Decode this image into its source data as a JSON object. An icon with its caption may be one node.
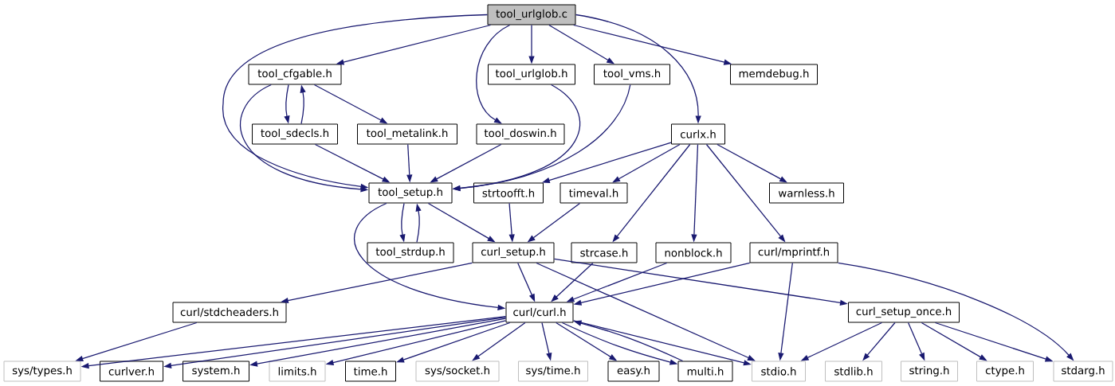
{
  "diagram": {
    "nodes": [
      {
        "text": [
          "tool_urlglob.c"
        ]
      },
      {
        "text": [
          "tool_cfgable.h"
        ]
      },
      {
        "text": [
          "tool_urlglob.h"
        ]
      },
      {
        "text": [
          "tool_vms.h"
        ]
      },
      {
        "text": [
          "memdebug.h"
        ]
      },
      {
        "text": [
          "tool_sdecls.h"
        ]
      },
      {
        "text": [
          "tool_metalink.h"
        ]
      },
      {
        "text": [
          "tool_doswin.h"
        ]
      },
      {
        "text": [
          "curlx.h"
        ]
      },
      {
        "text": [
          "tool_setup.h"
        ]
      },
      {
        "text": [
          "strtoofft.h"
        ]
      },
      {
        "text": [
          "timeval.h"
        ]
      },
      {
        "text": [
          "warnless.h"
        ]
      },
      {
        "text": [
          "tool_strdup.h"
        ]
      },
      {
        "text": [
          "curl_setup.h"
        ]
      },
      {
        "text": [
          "strcase.h"
        ]
      },
      {
        "text": [
          "nonblock.h"
        ]
      },
      {
        "text": [
          "curl/mprintf.h"
        ]
      },
      {
        "text": [
          "curl/stdcheaders.h"
        ]
      },
      {
        "text": [
          "curl/curl.h"
        ]
      },
      {
        "text": [
          "curl_setup_once.h"
        ]
      },
      {
        "text": [
          "sys/types.h"
        ]
      },
      {
        "text": [
          "curlver.h"
        ]
      },
      {
        "text": [
          "system.h"
        ]
      },
      {
        "text": [
          "limits.h"
        ]
      },
      {
        "text": [
          "time.h"
        ]
      },
      {
        "text": [
          "sys/socket.h"
        ]
      },
      {
        "text": [
          "sys/time.h"
        ]
      },
      {
        "text": [
          "easy.h"
        ]
      },
      {
        "text": [
          "multi.h"
        ]
      },
      {
        "text": [
          "stdio.h"
        ]
      },
      {
        "text": [
          "stdlib.h"
        ]
      },
      {
        "text": [
          "string.h"
        ]
      },
      {
        "text": [
          "ctype.h"
        ]
      },
      {
        "text": [
          "stdarg.h"
        ]
      }
    ],
    "edges": [
      {
        "from": 0,
        "to": 9,
        "arrow": "to"
      },
      {
        "from": 0,
        "to": 1,
        "arrow": "to"
      },
      {
        "from": 0,
        "to": 7,
        "arrow": "to"
      },
      {
        "from": 0,
        "to": 2,
        "arrow": "to"
      },
      {
        "from": 0,
        "to": 3,
        "arrow": "to"
      },
      {
        "from": 0,
        "to": 8,
        "arrow": "to"
      },
      {
        "from": 0,
        "to": 4,
        "arrow": "to"
      },
      {
        "from": 1,
        "to": 9,
        "arrow": "to"
      },
      {
        "from": 1,
        "to": 5,
        "arrow": "to"
      },
      {
        "from": 1,
        "to": 6,
        "arrow": "to"
      },
      {
        "from": 5,
        "to": 1,
        "arrow": "to"
      },
      {
        "from": 5,
        "to": 9,
        "arrow": "to"
      },
      {
        "from": 6,
        "to": 9,
        "arrow": "to"
      },
      {
        "from": 7,
        "to": 9,
        "arrow": "to"
      },
      {
        "from": 2,
        "to": 9,
        "arrow": "to"
      },
      {
        "from": 3,
        "to": 9,
        "arrow": "to"
      },
      {
        "from": 8,
        "to": 10,
        "arrow": "to"
      },
      {
        "from": 8,
        "to": 11,
        "arrow": "to"
      },
      {
        "from": 8,
        "to": 12,
        "arrow": "to"
      },
      {
        "from": 8,
        "to": 15,
        "arrow": "to"
      },
      {
        "from": 8,
        "to": 16,
        "arrow": "to"
      },
      {
        "from": 8,
        "to": 17,
        "arrow": "to"
      },
      {
        "from": 9,
        "to": 13,
        "arrow": "to"
      },
      {
        "from": 9,
        "to": 14,
        "arrow": "to"
      },
      {
        "from": 9,
        "to": 19,
        "arrow": "to"
      },
      {
        "from": 13,
        "to": 9,
        "arrow": "to"
      },
      {
        "from": 10,
        "to": 14,
        "arrow": "to"
      },
      {
        "from": 11,
        "to": 14,
        "arrow": "to"
      },
      {
        "from": 14,
        "to": 18,
        "arrow": "to"
      },
      {
        "from": 14,
        "to": 19,
        "arrow": "to"
      },
      {
        "from": 14,
        "to": 30,
        "arrow": "to"
      },
      {
        "from": 14,
        "to": 20,
        "arrow": "to"
      },
      {
        "from": 15,
        "to": 19,
        "arrow": "to"
      },
      {
        "from": 16,
        "to": 19,
        "arrow": "to"
      },
      {
        "from": 17,
        "to": 19,
        "arrow": "to"
      },
      {
        "from": 17,
        "to": 30,
        "arrow": "to"
      },
      {
        "from": 17,
        "to": 34,
        "arrow": "to"
      },
      {
        "from": 18,
        "to": 21,
        "arrow": "to"
      },
      {
        "from": 19,
        "to": 21,
        "arrow": "to"
      },
      {
        "from": 19,
        "to": 22,
        "arrow": "to"
      },
      {
        "from": 19,
        "to": 23,
        "arrow": "to"
      },
      {
        "from": 19,
        "to": 24,
        "arrow": "to"
      },
      {
        "from": 19,
        "to": 25,
        "arrow": "to"
      },
      {
        "from": 19,
        "to": 26,
        "arrow": "to"
      },
      {
        "from": 19,
        "to": 27,
        "arrow": "to"
      },
      {
        "from": 19,
        "to": 28,
        "arrow": "to"
      },
      {
        "from": 19,
        "to": 29,
        "arrow": "to"
      },
      {
        "from": 19,
        "to": 30,
        "arrow": "to"
      },
      {
        "from": 29,
        "to": 19,
        "arrow": "to"
      },
      {
        "from": 20,
        "to": 30,
        "arrow": "to"
      },
      {
        "from": 20,
        "to": 31,
        "arrow": "to"
      },
      {
        "from": 20,
        "to": 32,
        "arrow": "to"
      },
      {
        "from": 20,
        "to": 33,
        "arrow": "to"
      },
      {
        "from": 20,
        "to": 34,
        "arrow": "to"
      }
    ]
  }
}
